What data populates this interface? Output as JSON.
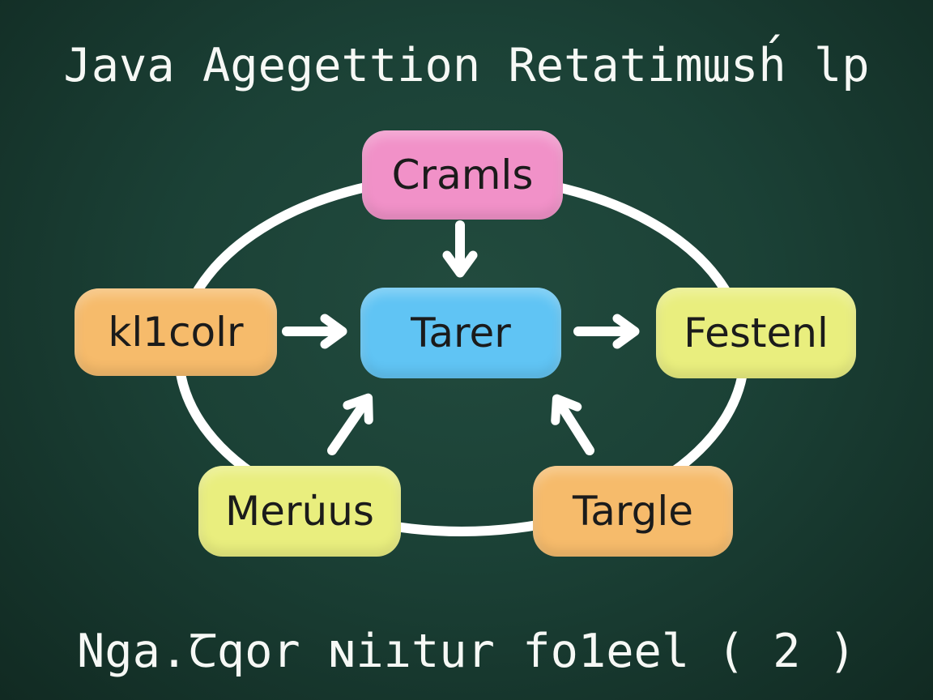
{
  "title": "Java Agegettion Retatimɯsh́ lp",
  "footer": "Nga.Ꞇqor ɴiıtur fo1eel ( 2 )",
  "colors": {
    "background": "#1b4136",
    "line": "#ffffff",
    "node_text": "#1b1b1b",
    "title_text": "#f6f8f5",
    "pink": "#f191c8",
    "orange": "#f6bb6b",
    "blue": "#60c4f4",
    "yellow_green": "#e9ee7e"
  },
  "nodes": [
    {
      "id": "cramls",
      "label": "Cramls",
      "color": "#f191c8"
    },
    {
      "id": "kl1colr",
      "label": "kl1colr",
      "color": "#f6bb6b"
    },
    {
      "id": "tarer",
      "label": "Tarer",
      "color": "#60c4f4"
    },
    {
      "id": "festenl",
      "label": "Festenl",
      "color": "#e9ee7e"
    },
    {
      "id": "meruus",
      "label": "Meru̇us",
      "color": "#e9ee7e"
    },
    {
      "id": "targle",
      "label": "Targle",
      "color": "#f6bb6b"
    }
  ],
  "edges": [
    {
      "from": "Cramls",
      "to": "Tarer",
      "direction": "down"
    },
    {
      "from": "kl1colr",
      "to": "Tarer",
      "direction": "right"
    },
    {
      "from": "Tarer",
      "to": "Festenl",
      "direction": "right"
    },
    {
      "from": "Meru̇us",
      "to": "Tarer",
      "direction": "up-right"
    },
    {
      "from": "Targle",
      "to": "Tarer",
      "direction": "up-left"
    }
  ],
  "ring": {
    "shape": "ellipse",
    "description": "white ellipse linking the five outer nodes behind the boxes"
  }
}
